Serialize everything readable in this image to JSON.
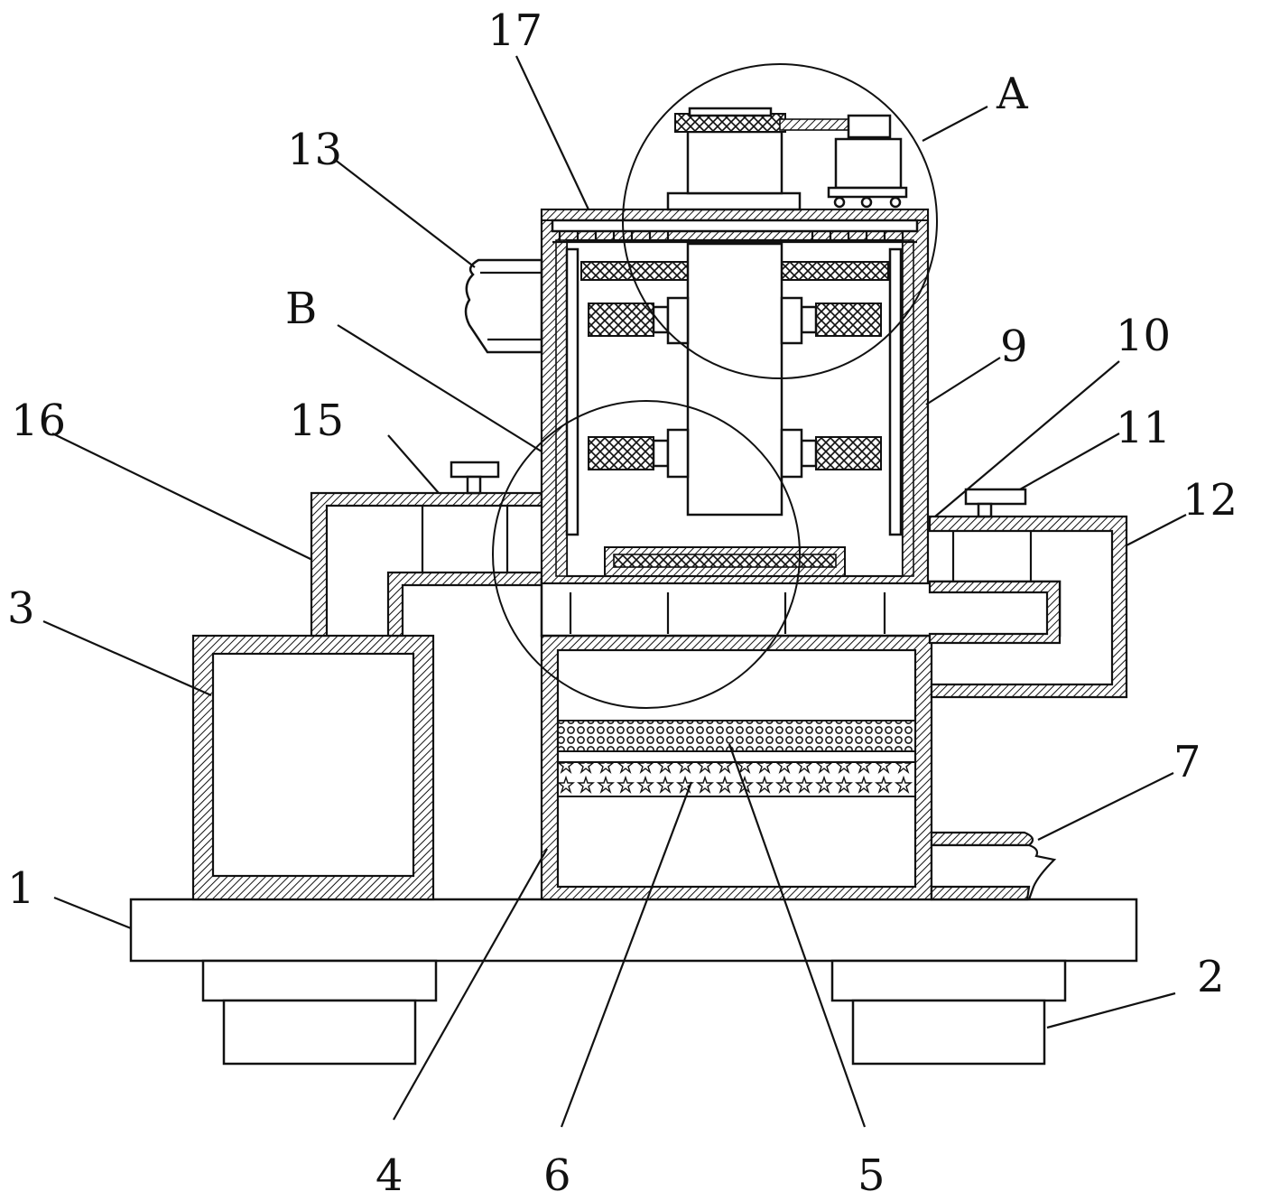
{
  "labels": {
    "l1": "1",
    "l2": "2",
    "l3": "3",
    "l4": "4",
    "l5": "5",
    "l6": "6",
    "l7": "7",
    "l9": "9",
    "l10": "10",
    "l11": "11",
    "l12": "12",
    "l13": "13",
    "l15": "15",
    "l16": "16",
    "l17": "17",
    "lA": "A",
    "lB": "B"
  }
}
